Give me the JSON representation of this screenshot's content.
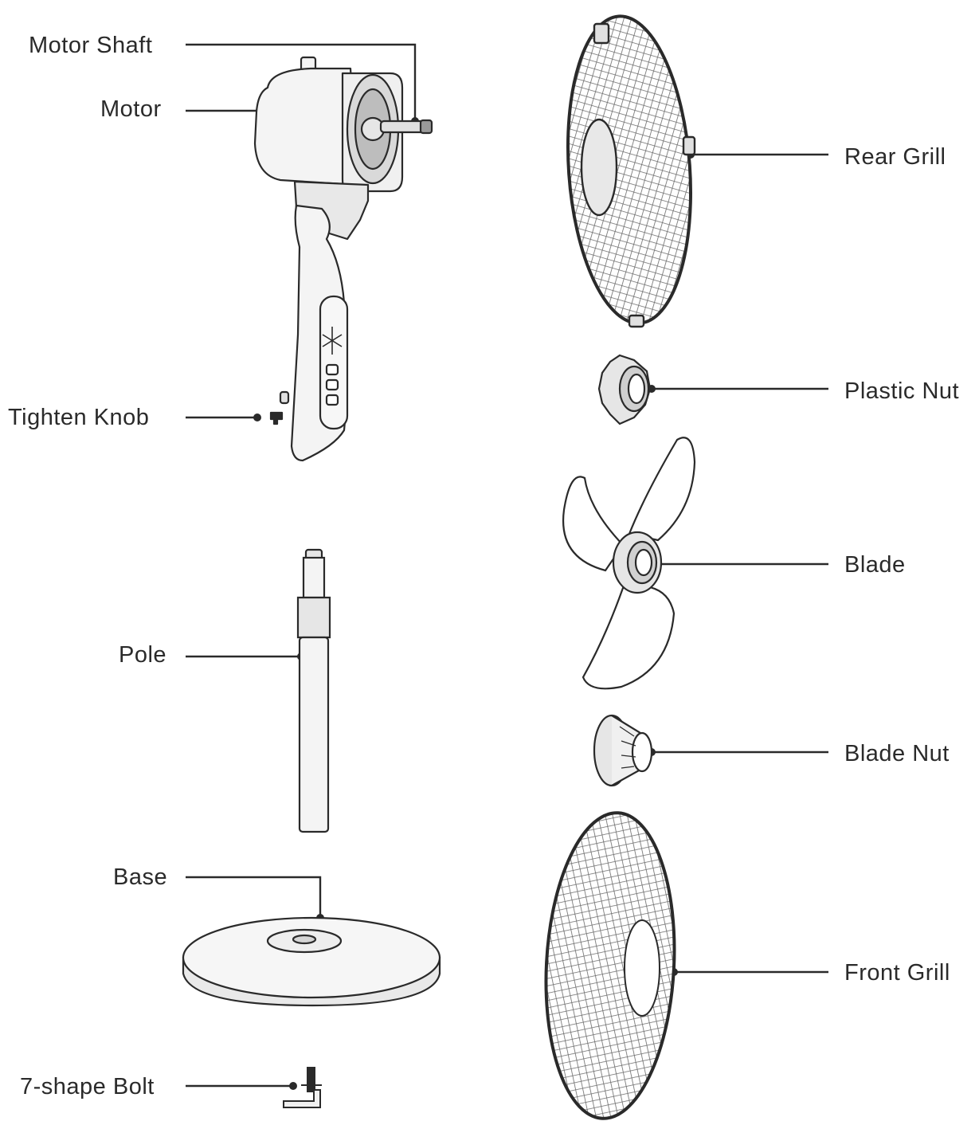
{
  "labels": {
    "motor_shaft": "Motor Shaft",
    "motor": "Motor",
    "tighten_knob": "Tighten Knob",
    "pole": "Pole",
    "base": "Base",
    "bolt": "7-shape Bolt",
    "rear_grill": "Rear Grill",
    "plastic_nut": "Plastic Nut",
    "blade": "Blade",
    "blade_nut": "Blade Nut",
    "front_grill": "Front Grill"
  },
  "colors": {
    "line": "#2a2a2a",
    "fill_light": "#f4f4f4",
    "fill_mid": "#d9d9d9",
    "grill_dark": "#5a5a5a"
  }
}
